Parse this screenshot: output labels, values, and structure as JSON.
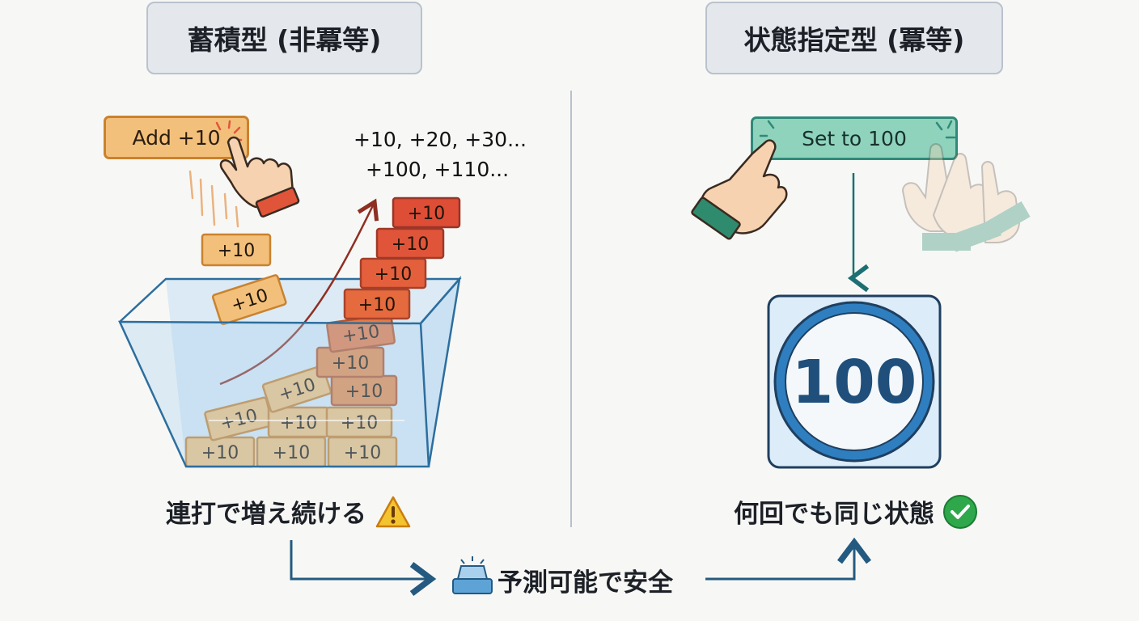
{
  "left": {
    "title": "蓄積型 (非冪等)",
    "button_label": "Add +10",
    "sequence_line1": "+10, +20, +30...",
    "sequence_line2": "+100, +110...",
    "block_label": "+10",
    "caption": "連打で増え続ける"
  },
  "right": {
    "title": "状態指定型 (冪等)",
    "button_label": "Set to 100",
    "value": "100",
    "caption": "何回でも同じ状態"
  },
  "bottom": {
    "label": "予測可能で安全"
  },
  "colors": {
    "accent_orange": "#f3c07b",
    "accent_red": "#e0553a",
    "accent_teal": "#8fd3bd",
    "accent_blue": "#2f7fc0",
    "warning": "#f4c430",
    "success": "#2ea84a"
  },
  "icons": [
    "pointing-hand-icon",
    "warning-icon",
    "checkmark-icon",
    "alarm-light-icon"
  ]
}
